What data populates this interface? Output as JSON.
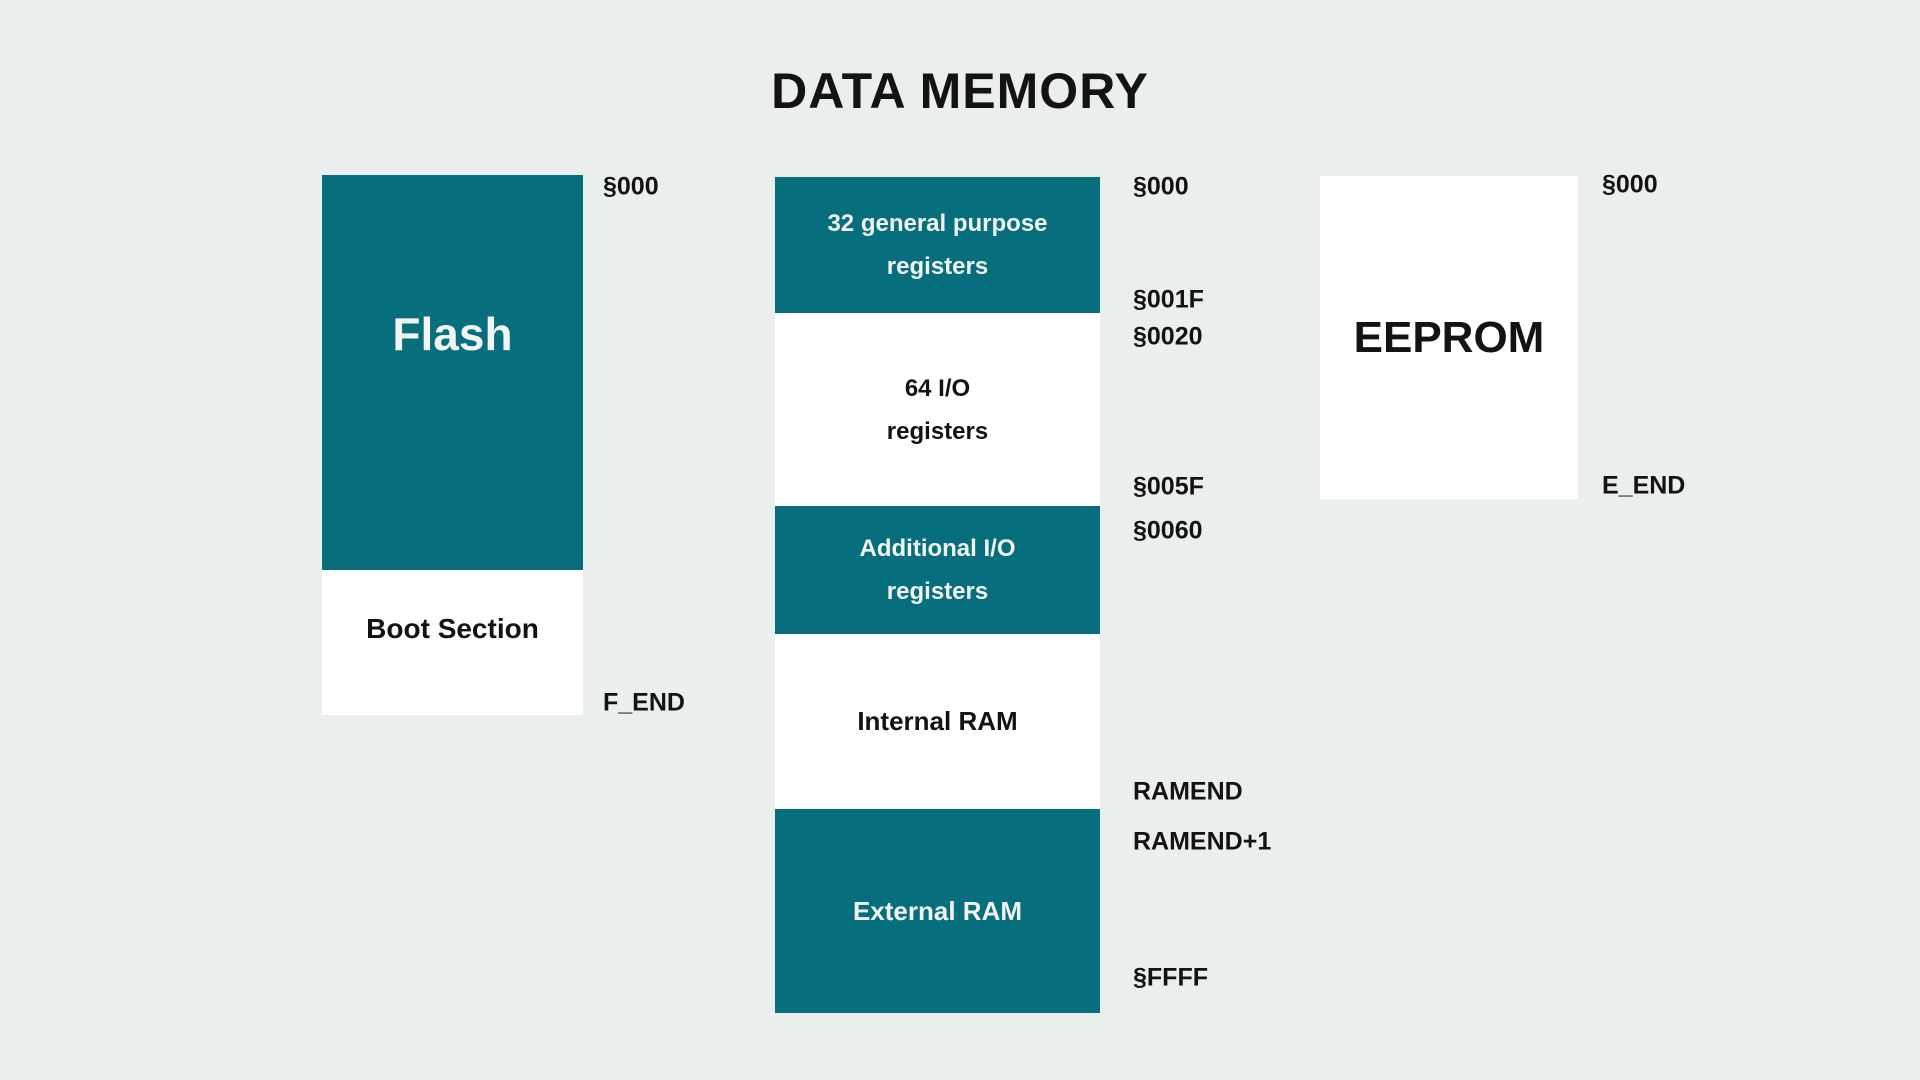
{
  "title": "DATA MEMORY",
  "colors": {
    "teal": "#076e7d",
    "background": "#eaefee",
    "text_dark": "#131313",
    "text_light": "#f1f4f3",
    "block_white": "#ffffff"
  },
  "flash": {
    "label": "Flash",
    "boot_label": "Boot Section",
    "addr_top": "§000",
    "addr_bottom": "F_END"
  },
  "ram": {
    "segments": [
      {
        "lines": [
          "32 general purpose",
          "registers"
        ]
      },
      {
        "lines": [
          "64 I/O",
          "registers"
        ]
      },
      {
        "lines": [
          "Additional I/O",
          "registers"
        ]
      },
      {
        "lines": [
          "Internal RAM"
        ]
      },
      {
        "lines": [
          "External RAM"
        ]
      }
    ],
    "addresses": [
      "§000",
      "§001F",
      "§0020",
      "§005F",
      "§0060",
      "RAMEND",
      "RAMEND+1",
      "§FFFF"
    ]
  },
  "eeprom": {
    "label": "EEPROM",
    "addr_top": "§000",
    "addr_bottom": "E_END"
  }
}
